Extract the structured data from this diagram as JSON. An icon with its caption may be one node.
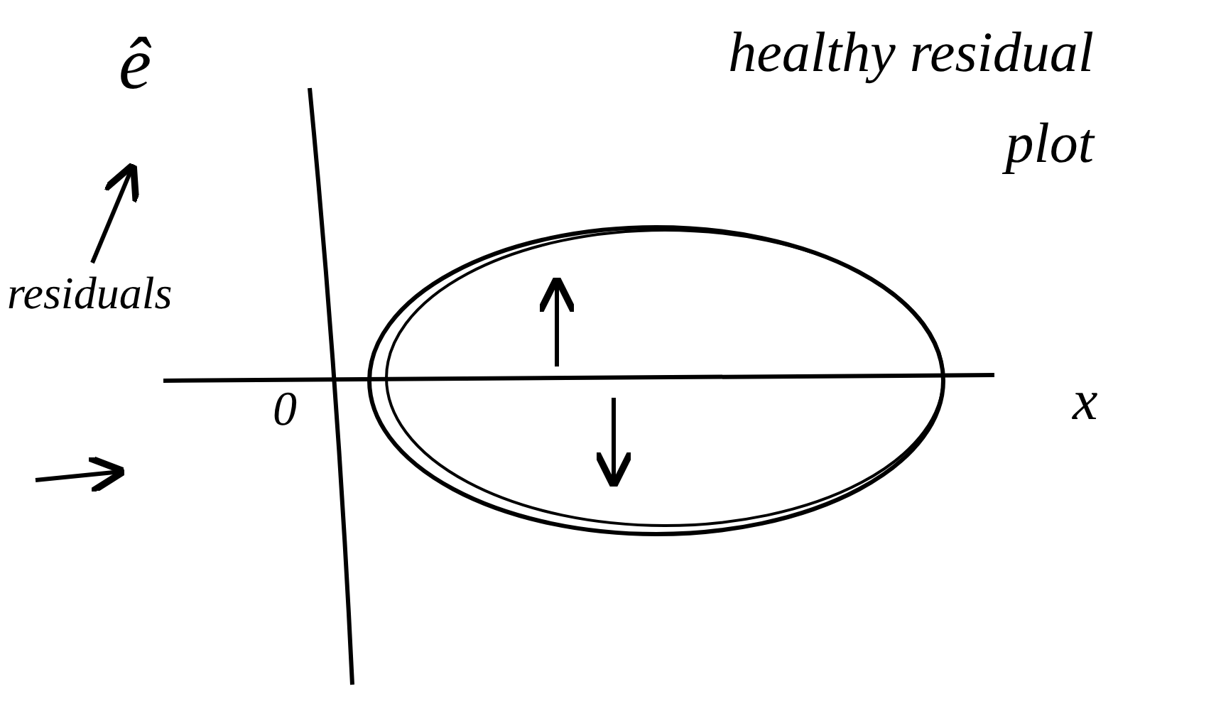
{
  "diagram": {
    "nodes": [
      {
        "text": [
          "ê"
        ]
      },
      {
        "text": [
          "residuals"
        ]
      },
      {
        "text": [
          "healthy residual plot"
        ]
      }
    ],
    "edges": [
      {
        "from": 1,
        "to": 0,
        "arrow": "to"
      }
    ],
    "labels": [
      "0",
      "x"
    ]
  }
}
